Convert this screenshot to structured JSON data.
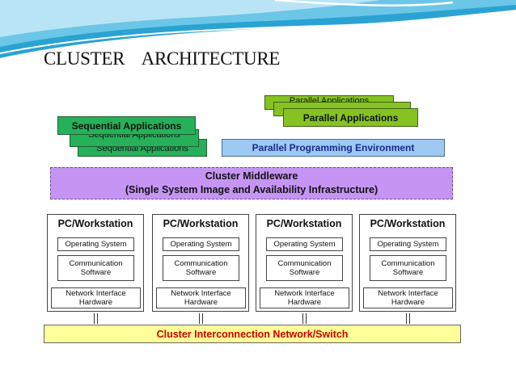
{
  "slide": {
    "title": "CLUSTER    ARCHITECTURE",
    "accent_color": "#29a9d6"
  },
  "diagram": {
    "sequential_stack": [
      "Sequential Applications",
      "Sequential Applications",
      "Sequential Applications"
    ],
    "parallel_stack": [
      "Parallel Applications",
      "",
      "Parallel Applications"
    ],
    "programming_env": "Parallel Programming Environment",
    "middleware": {
      "line1": "Cluster Middleware",
      "line2": "(Single System Image and Availability Infrastructure)"
    },
    "nodes": [
      {
        "title": "PC/Workstation",
        "os": "Operating System",
        "comm": "Communication Software",
        "nic": "Network Interface Hardware"
      },
      {
        "title": "PC/Workstation",
        "os": "Operating System",
        "comm": "Communication Software",
        "nic": "Network Interface Hardware"
      },
      {
        "title": "PC/Workstation",
        "os": "Operating System",
        "comm": "Communication Software",
        "nic": "Network Interface Hardware"
      },
      {
        "title": "PC/Workstation",
        "os": "Operating System",
        "comm": "Communication Software",
        "nic": "Network Interface Hardware"
      }
    ],
    "network": "Cluster Interconnection Network/Switch",
    "colors": {
      "sequential": "#26b05a",
      "parallel": "#86c322",
      "environment": "#9cc8f2",
      "middleware": "#c695f3",
      "network": "#ffff99",
      "network_text": "#cc0000"
    }
  }
}
